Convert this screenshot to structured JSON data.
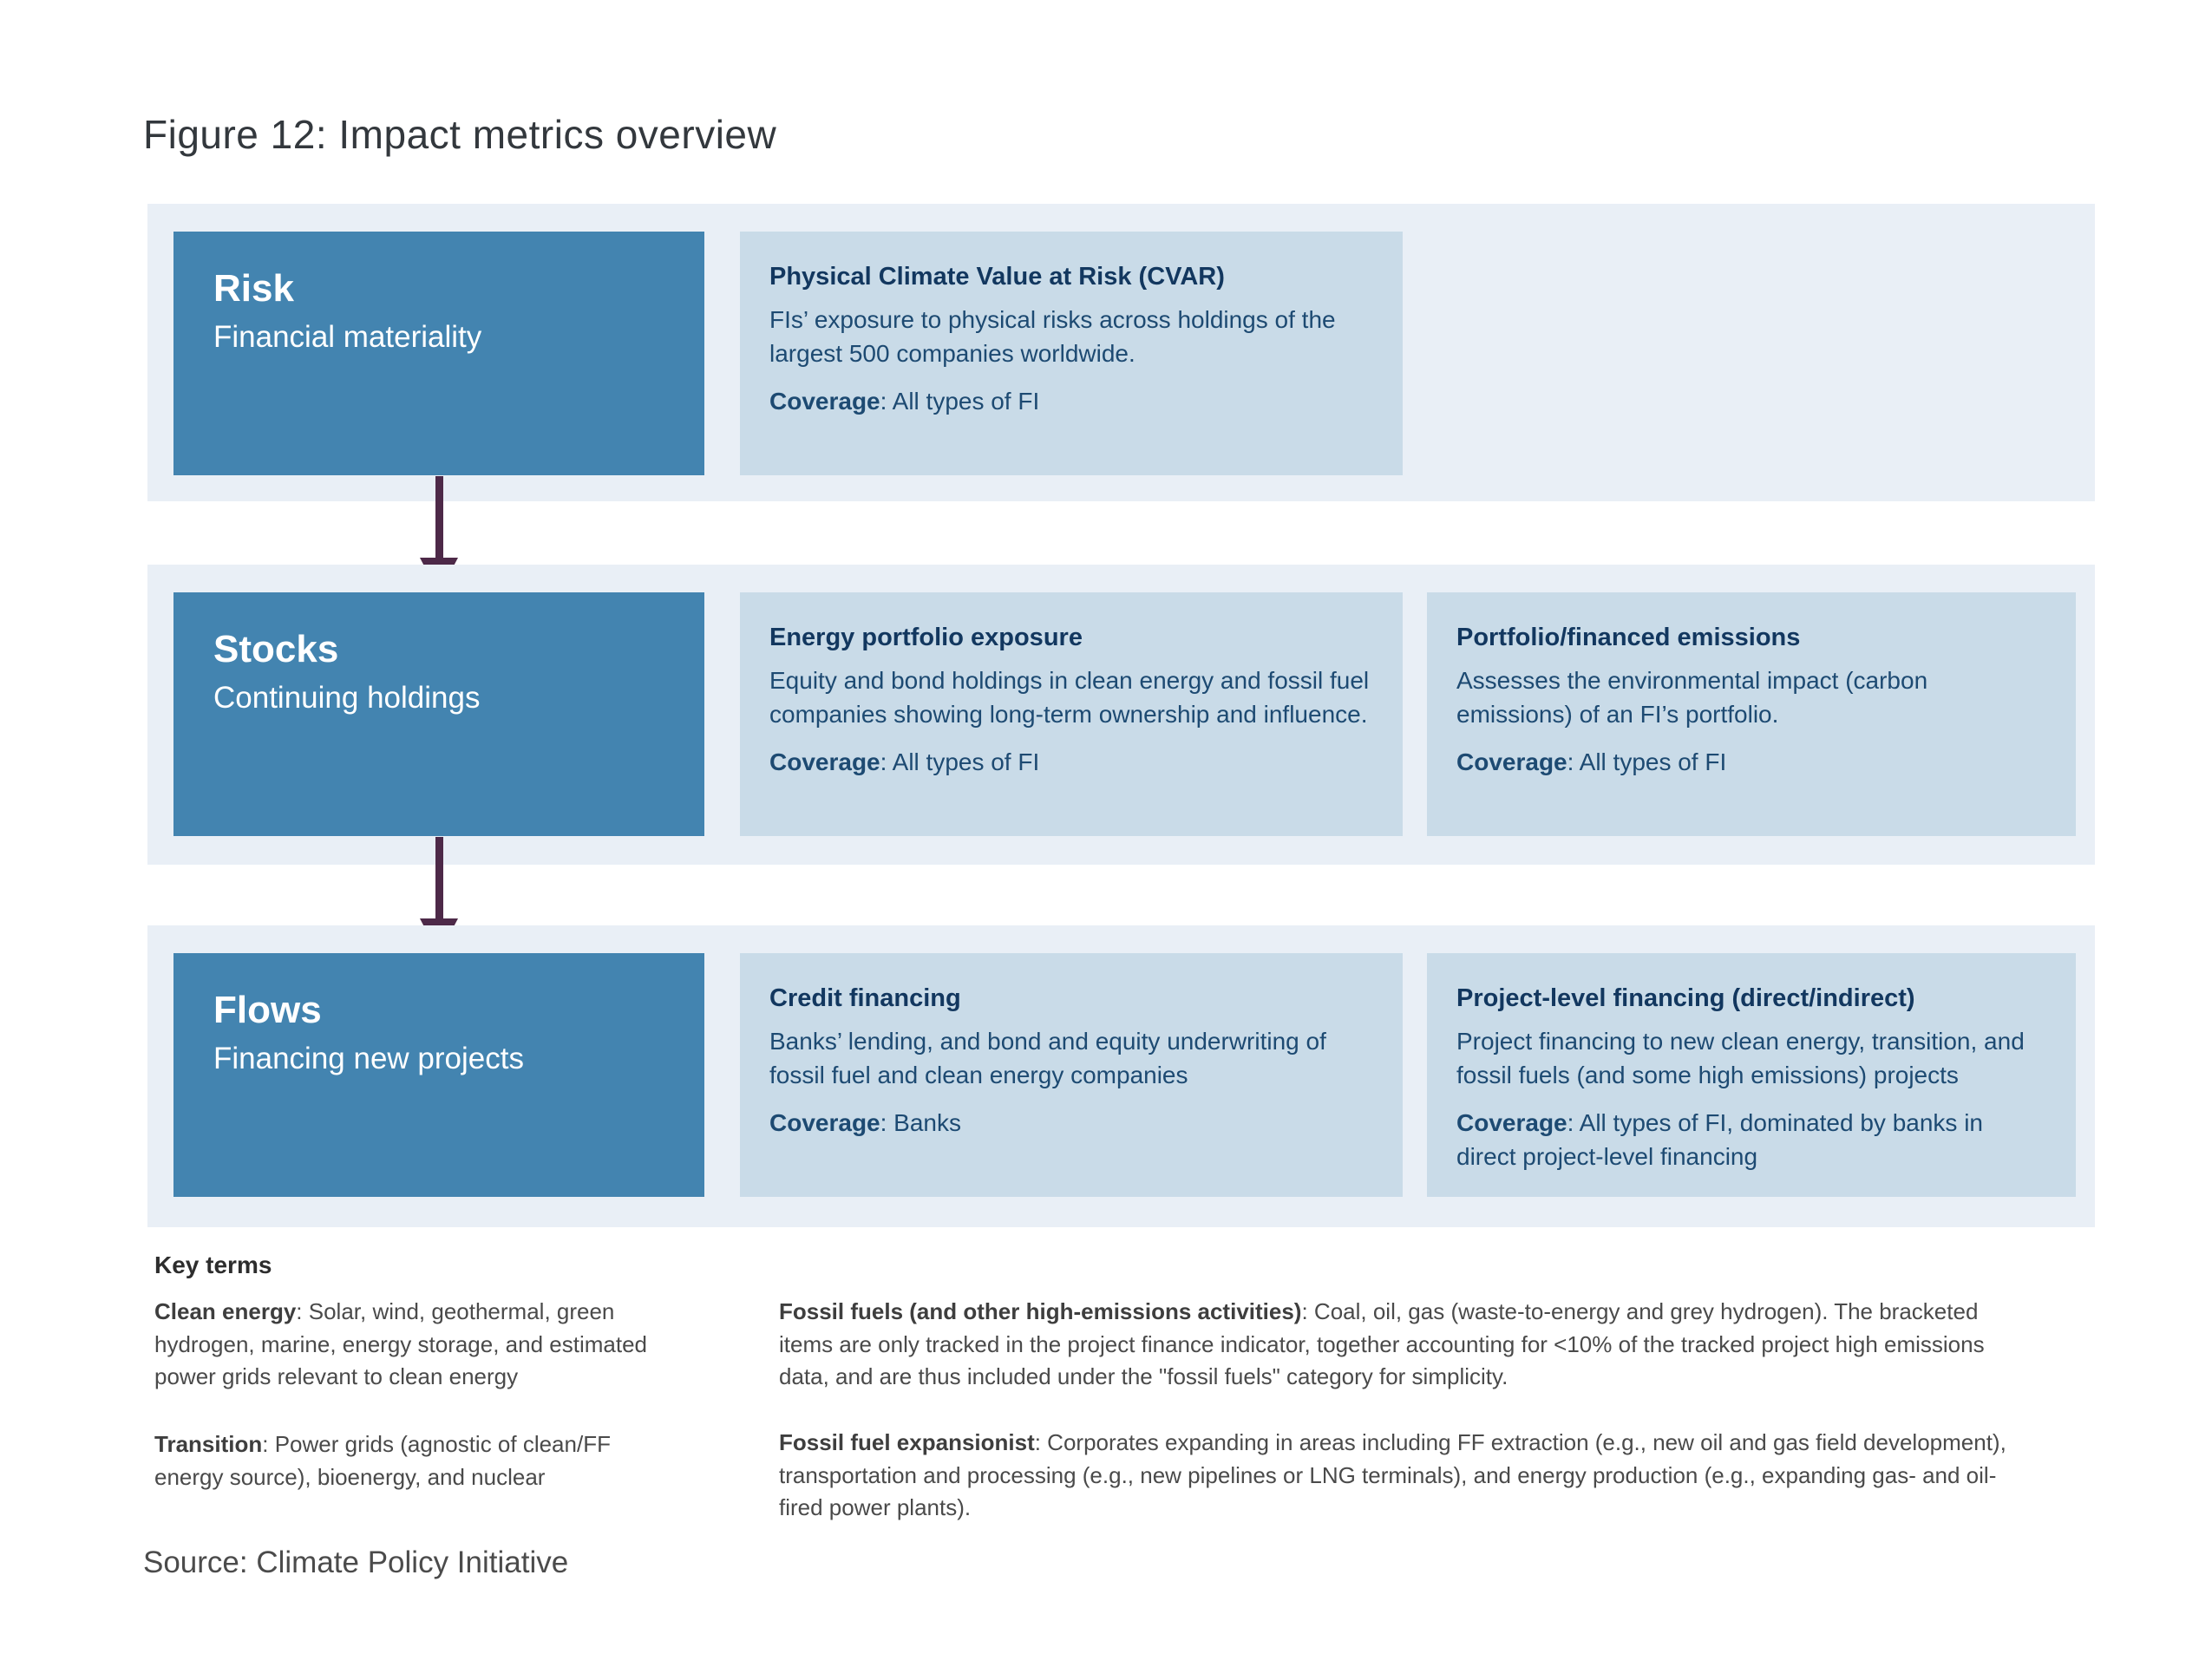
{
  "figure": {
    "title": "Figure 12: Impact metrics overview",
    "source": "Source: Climate Policy Initiative"
  },
  "colors": {
    "band_background": "#e9eff6",
    "stage_box_background": "#4384b0",
    "card_background": "#c9dbe8",
    "card_heading_text": "#12375f",
    "card_body_text": "#1d4a72",
    "arrow": "#4d2948",
    "title_text": "#33383d",
    "key_terms_text": "#4a4a4a"
  },
  "rows": [
    {
      "stage": {
        "title": "Risk",
        "subtitle": "Financial materiality"
      },
      "cards": [
        {
          "heading": "Physical Climate Value at Risk (CVAR)",
          "body": "FIs’ exposure to physical risks across holdings of the largest 500 companies worldwide.",
          "coverage_label": "Coverage",
          "coverage": ": All types of FI"
        }
      ]
    },
    {
      "stage": {
        "title": "Stocks",
        "subtitle": "Continuing holdings"
      },
      "cards": [
        {
          "heading": "Energy portfolio exposure",
          "body": "Equity and bond holdings in clean energy and fossil fuel companies showing long-term ownership and influence.",
          "coverage_label": "Coverage",
          "coverage": ": All types of FI"
        },
        {
          "heading": "Portfolio/financed emissions",
          "body": "Assesses the environmental impact (carbon emissions) of an FI’s portfolio.",
          "coverage_label": "Coverage",
          "coverage": ": All types of FI"
        }
      ]
    },
    {
      "stage": {
        "title": "Flows",
        "subtitle": "Financing new projects"
      },
      "cards": [
        {
          "heading": "Credit financing",
          "body": "Banks’ lending, and bond and equity underwriting of fossil fuel and clean energy companies",
          "coverage_label": "Coverage",
          "coverage": ": Banks"
        },
        {
          "heading": "Project-level financing (direct/indirect)",
          "body": "Project financing to new clean energy, transition, and fossil fuels (and some high emissions) projects",
          "coverage_label": "Coverage",
          "coverage": ": All types of FI, dominated by banks in direct project-level financing"
        }
      ]
    }
  ],
  "key_terms": {
    "heading": "Key terms",
    "left": [
      {
        "term": "Clean energy",
        "definition": ": Solar, wind, geothermal, green hydrogen, marine, energy storage, and estimated power grids relevant to clean energy"
      },
      {
        "term": "Transition",
        "definition": ": Power grids (agnostic of clean/FF energy source), bioenergy, and nuclear"
      }
    ],
    "right": [
      {
        "term": "Fossil fuels (and other high-emissions activities)",
        "definition": ": Coal, oil, gas (waste-to-energy and grey hydrogen). The bracketed items are only tracked in the project finance indicator, together accounting for <10% of the tracked project high emissions data, and are thus included under the \"fossil fuels\" category for simplicity."
      },
      {
        "term": "Fossil fuel expansionist",
        "definition": ": Corporates expanding in areas including FF extraction (e.g., new oil and gas field development), transportation and processing (e.g., new pipelines or LNG terminals), and energy production (e.g., expanding gas- and oil-fired power plants)."
      }
    ]
  }
}
